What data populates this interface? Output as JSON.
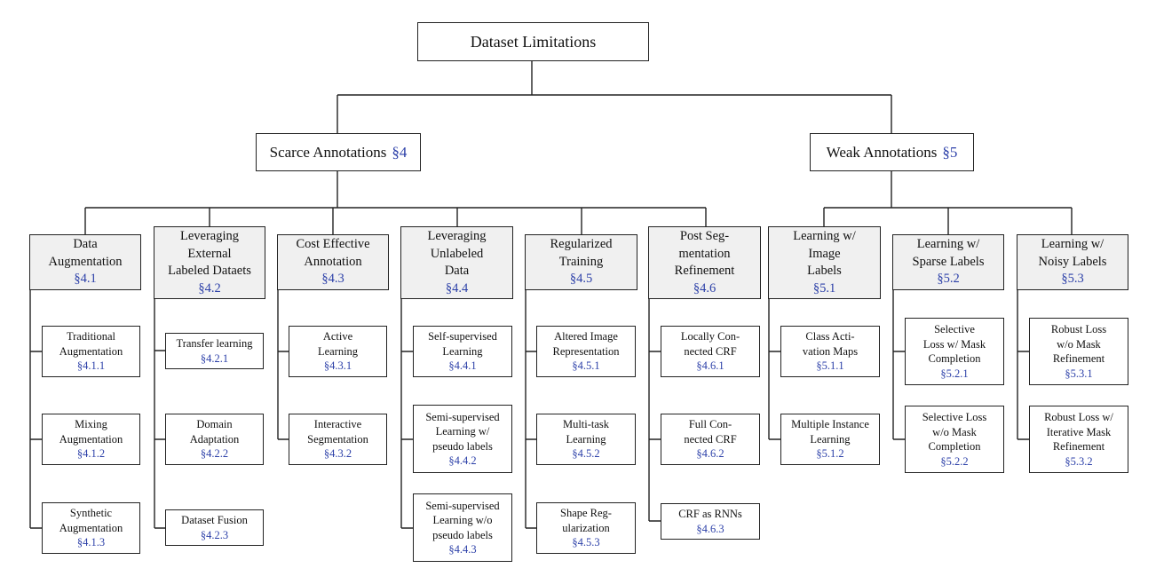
{
  "root": {
    "label": "Dataset Limitations"
  },
  "scarce": {
    "label": "Scarce Annotations",
    "ref": "§4"
  },
  "weak": {
    "label": "Weak Annotations",
    "ref": "§5"
  },
  "categories": [
    {
      "label": "Data\nAugmentation",
      "ref": "§4.1",
      "children": [
        {
          "label": "Traditional\nAugmentation",
          "ref": "§4.1.1"
        },
        {
          "label": "Mixing\nAugmentation",
          "ref": "§4.1.2"
        },
        {
          "label": "Synthetic\nAugmentation",
          "ref": "§4.1.3"
        }
      ]
    },
    {
      "label": "Leveraging\nExternal\nLabeled Dataets",
      "ref": "§4.2",
      "children": [
        {
          "label": "Transfer learning",
          "ref": "§4.2.1"
        },
        {
          "label": "Domain\nAdaptation",
          "ref": "§4.2.2"
        },
        {
          "label": "Dataset Fusion",
          "ref": "§4.2.3"
        }
      ]
    },
    {
      "label": "Cost Effective\nAnnotation",
      "ref": "§4.3",
      "children": [
        {
          "label": "Active\nLearning",
          "ref": "§4.3.1"
        },
        {
          "label": "Interactive\nSegmentation",
          "ref": "§4.3.2"
        }
      ]
    },
    {
      "label": "Leveraging\nUnlabeled\nData",
      "ref": "§4.4",
      "children": [
        {
          "label": "Self-supervised\nLearning",
          "ref": "§4.4.1"
        },
        {
          "label": "Semi-supervised\nLearning w/\npseudo labels",
          "ref": "§4.4.2"
        },
        {
          "label": "Semi-supervised\nLearning w/o\npseudo labels",
          "ref": "§4.4.3"
        }
      ]
    },
    {
      "label": "Regularized\nTraining",
      "ref": "§4.5",
      "children": [
        {
          "label": "Altered Image\nRepresentation",
          "ref": "§4.5.1"
        },
        {
          "label": "Multi-task\nLearning",
          "ref": "§4.5.2"
        },
        {
          "label": "Shape Reg-\nularization",
          "ref": "§4.5.3"
        }
      ]
    },
    {
      "label": "Post Seg-\nmentation\nRefinement",
      "ref": "§4.6",
      "children": [
        {
          "label": "Locally Con-\nnected CRF",
          "ref": "§4.6.1"
        },
        {
          "label": "Full Con-\nnected CRF",
          "ref": "§4.6.2"
        },
        {
          "label": "CRF as RNNs",
          "ref": "§4.6.3"
        }
      ]
    },
    {
      "label": "Learning w/\nImage\nLabels",
      "ref": "§5.1",
      "children": [
        {
          "label": "Class Acti-\nvation Maps",
          "ref": "§5.1.1"
        },
        {
          "label": "Multiple Instance\nLearning",
          "ref": "§5.1.2"
        }
      ]
    },
    {
      "label": "Learning w/\nSparse Labels",
      "ref": "§5.2",
      "children": [
        {
          "label": "Selective\nLoss w/ Mask\nCompletion",
          "ref": "§5.2.1"
        },
        {
          "label": "Selective Loss\nw/o Mask\nCompletion",
          "ref": "§5.2.2"
        }
      ]
    },
    {
      "label": "Learning w/\nNoisy Labels",
      "ref": "§5.3",
      "children": [
        {
          "label": "Robust Loss\nw/o Mask\nRefinement",
          "ref": "§5.3.1"
        },
        {
          "label": "Robust Loss w/\nIterative Mask\nRefinement",
          "ref": "§5.3.2"
        }
      ]
    }
  ]
}
